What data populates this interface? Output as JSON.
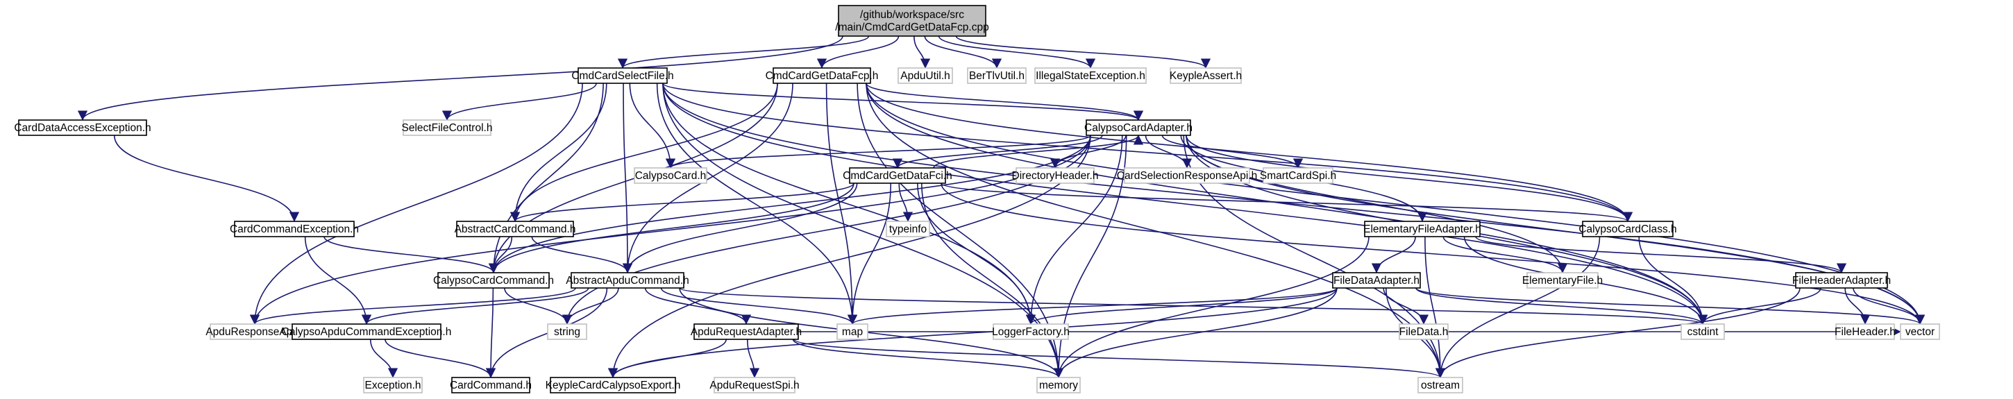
{
  "diagram": {
    "title_lines": [
      "/github/workspace/src",
      "/main/CmdCardGetDataFcp.cpp"
    ],
    "colors": {
      "edge": "#191970",
      "root_fill": "#bfbfbf",
      "node_fill": "#ffffff",
      "documented_border": "#000000",
      "undocumented_border": "#bfbfbf",
      "text": "#000000"
    },
    "nodes": [
      {
        "id": "root",
        "label": "/github/workspace/src\n/main/CmdCardGetDataFcp.cpp",
        "style": "root"
      },
      {
        "id": "CmdCardSelectFile",
        "label": "CmdCardSelectFile.h",
        "style": "documented"
      },
      {
        "id": "CmdCardGetDataFcpH",
        "label": "CmdCardGetDataFcp.h",
        "style": "documented"
      },
      {
        "id": "ApduUtil",
        "label": "ApduUtil.h",
        "style": "undocumented"
      },
      {
        "id": "BerTlvUtil",
        "label": "BerTlvUtil.h",
        "style": "undocumented"
      },
      {
        "id": "IllegalStateException",
        "label": "IllegalStateException.h",
        "style": "undocumented"
      },
      {
        "id": "KeypleAssert",
        "label": "KeypleAssert.h",
        "style": "undocumented"
      },
      {
        "id": "CardDataAccessException",
        "label": "CardDataAccessException.h",
        "style": "documented"
      },
      {
        "id": "SelectFileControl",
        "label": "SelectFileControl.h",
        "style": "undocumented"
      },
      {
        "id": "CalypsoCardAdapter",
        "label": "CalypsoCardAdapter.h",
        "style": "documented"
      },
      {
        "id": "CalypsoCard",
        "label": "CalypsoCard.h",
        "style": "undocumented"
      },
      {
        "id": "CmdCardGetDataFci",
        "label": "CmdCardGetDataFci.h",
        "style": "documented"
      },
      {
        "id": "DirectoryHeader",
        "label": "DirectoryHeader.h",
        "style": "undocumented"
      },
      {
        "id": "CardSelectionResponseApi",
        "label": "CardSelectionResponseApi.h",
        "style": "undocumented"
      },
      {
        "id": "SmartCardSpi",
        "label": "SmartCardSpi.h",
        "style": "undocumented"
      },
      {
        "id": "CardCommandException",
        "label": "CardCommandException.h",
        "style": "documented"
      },
      {
        "id": "AbstractCardCommand",
        "label": "AbstractCardCommand.h",
        "style": "documented"
      },
      {
        "id": "typeinfo",
        "label": "typeinfo",
        "style": "undocumented"
      },
      {
        "id": "ElementaryFileAdapter",
        "label": "ElementaryFileAdapter.h",
        "style": "documented"
      },
      {
        "id": "CalypsoCardClass",
        "label": "CalypsoCardClass.h",
        "style": "documented"
      },
      {
        "id": "CalypsoCardCommand",
        "label": "CalypsoCardCommand.h",
        "style": "documented"
      },
      {
        "id": "AbstractApduCommand",
        "label": "AbstractApduCommand.h",
        "style": "documented"
      },
      {
        "id": "FileDataAdapter",
        "label": "FileDataAdapter.h",
        "style": "documented"
      },
      {
        "id": "ElementaryFile",
        "label": "ElementaryFile.h",
        "style": "undocumented"
      },
      {
        "id": "FileHeaderAdapter",
        "label": "FileHeaderAdapter.h",
        "style": "documented"
      },
      {
        "id": "ApduResponseApi",
        "label": "ApduResponseApi.h",
        "style": "undocumented"
      },
      {
        "id": "CalypsoApduCommandException",
        "label": "CalypsoApduCommandException.h",
        "style": "documented"
      },
      {
        "id": "string",
        "label": "string",
        "style": "undocumented"
      },
      {
        "id": "ApduRequestAdapter",
        "label": "ApduRequestAdapter.h",
        "style": "documented"
      },
      {
        "id": "map",
        "label": "map",
        "style": "undocumented"
      },
      {
        "id": "LoggerFactory",
        "label": "LoggerFactory.h",
        "style": "undocumented"
      },
      {
        "id": "FileData",
        "label": "FileData.h",
        "style": "undocumented"
      },
      {
        "id": "cstdint",
        "label": "cstdint",
        "style": "undocumented"
      },
      {
        "id": "FileHeader",
        "label": "FileHeader.h",
        "style": "undocumented"
      },
      {
        "id": "vector",
        "label": "vector",
        "style": "undocumented"
      },
      {
        "id": "Exception",
        "label": "Exception.h",
        "style": "undocumented"
      },
      {
        "id": "CardCommand",
        "label": "CardCommand.h",
        "style": "documented"
      },
      {
        "id": "KeypleCardCalypsoExport",
        "label": "KeypleCardCalypsoExport.h",
        "style": "documented"
      },
      {
        "id": "ApduRequestSpi",
        "label": "ApduRequestSpi.h",
        "style": "undocumented"
      },
      {
        "id": "memory",
        "label": "memory",
        "style": "undocumented"
      },
      {
        "id": "ostream",
        "label": "ostream",
        "style": "undocumented"
      }
    ],
    "edges": [
      [
        "root",
        "CmdCardSelectFile"
      ],
      [
        "root",
        "CmdCardGetDataFcpH"
      ],
      [
        "root",
        "ApduUtil"
      ],
      [
        "root",
        "BerTlvUtil"
      ],
      [
        "root",
        "IllegalStateException"
      ],
      [
        "root",
        "KeypleAssert"
      ],
      [
        "root",
        "CardDataAccessException"
      ],
      [
        "CmdCardSelectFile",
        "SelectFileControl"
      ],
      [
        "CmdCardSelectFile",
        "CalypsoCard"
      ],
      [
        "CmdCardSelectFile",
        "CalypsoCardAdapter"
      ],
      [
        "CmdCardSelectFile",
        "AbstractCardCommand"
      ],
      [
        "CmdCardSelectFile",
        "CalypsoCardCommand"
      ],
      [
        "CmdCardSelectFile",
        "AbstractApduCommand"
      ],
      [
        "CmdCardSelectFile",
        "ApduResponseApi"
      ],
      [
        "CmdCardSelectFile",
        "map"
      ],
      [
        "CmdCardSelectFile",
        "memory"
      ],
      [
        "CmdCardSelectFile",
        "CalypsoCardClass"
      ],
      [
        "CmdCardSelectFile",
        "cstdint"
      ],
      [
        "CmdCardSelectFile",
        "vector"
      ],
      [
        "CmdCardSelectFile",
        "LoggerFactory"
      ],
      [
        "CmdCardGetDataFcpH",
        "CalypsoCardAdapter"
      ],
      [
        "CmdCardGetDataFcpH",
        "AbstractCardCommand"
      ],
      [
        "CmdCardGetDataFcpH",
        "CalypsoCardCommand"
      ],
      [
        "CmdCardGetDataFcpH",
        "AbstractApduCommand"
      ],
      [
        "CmdCardGetDataFcpH",
        "map"
      ],
      [
        "CmdCardGetDataFcpH",
        "memory"
      ],
      [
        "CmdCardGetDataFcpH",
        "ostream"
      ],
      [
        "CmdCardGetDataFcpH",
        "CalypsoCardClass"
      ],
      [
        "CmdCardGetDataFcpH",
        "cstdint"
      ],
      [
        "CmdCardGetDataFcpH",
        "vector"
      ],
      [
        "CardDataAccessException",
        "CardCommandException"
      ],
      [
        "CalypsoCardAdapter",
        "CalypsoCard"
      ],
      [
        "CalypsoCardAdapter",
        "CmdCardGetDataFci"
      ],
      [
        "CalypsoCardAdapter",
        "DirectoryHeader"
      ],
      [
        "CalypsoCardAdapter",
        "CardSelectionResponseApi"
      ],
      [
        "CalypsoCardAdapter",
        "SmartCardSpi"
      ],
      [
        "CalypsoCardAdapter",
        "ElementaryFileAdapter"
      ],
      [
        "CalypsoCardAdapter",
        "ElementaryFile"
      ],
      [
        "CalypsoCardAdapter",
        "CalypsoCardClass"
      ],
      [
        "CalypsoCardAdapter",
        "ApduResponseApi"
      ],
      [
        "CalypsoCardAdapter",
        "KeypleCardCalypsoExport"
      ],
      [
        "CalypsoCardAdapter",
        "string"
      ],
      [
        "CalypsoCardAdapter",
        "memory"
      ],
      [
        "CalypsoCardAdapter",
        "ostream"
      ],
      [
        "CalypsoCardAdapter",
        "cstdint"
      ],
      [
        "CalypsoCardAdapter",
        "vector"
      ],
      [
        "CalypsoCardAdapter",
        "LoggerFactory"
      ],
      [
        "CalypsoCardAdapter",
        "CalypsoCardCommand"
      ],
      [
        "CmdCardGetDataFci",
        "CalypsoCardAdapter"
      ],
      [
        "CmdCardGetDataFci",
        "AbstractCardCommand"
      ],
      [
        "CmdCardGetDataFci",
        "CalypsoCardCommand"
      ],
      [
        "CmdCardGetDataFci",
        "AbstractApduCommand"
      ],
      [
        "CmdCardGetDataFci",
        "typeinfo"
      ],
      [
        "CmdCardGetDataFci",
        "map"
      ],
      [
        "CmdCardGetDataFci",
        "memory"
      ],
      [
        "CmdCardGetDataFci",
        "LoggerFactory"
      ],
      [
        "CmdCardGetDataFci",
        "CalypsoCardClass"
      ],
      [
        "CmdCardGetDataFci",
        "vector"
      ],
      [
        "CardCommandException",
        "CalypsoCardCommand"
      ],
      [
        "CardCommandException",
        "CalypsoApduCommandException"
      ],
      [
        "AbstractCardCommand",
        "CalypsoCardCommand"
      ],
      [
        "AbstractCardCommand",
        "AbstractApduCommand"
      ],
      [
        "ElementaryFileAdapter",
        "FileDataAdapter"
      ],
      [
        "ElementaryFileAdapter",
        "ElementaryFile"
      ],
      [
        "ElementaryFileAdapter",
        "FileHeaderAdapter"
      ],
      [
        "ElementaryFileAdapter",
        "memory"
      ],
      [
        "ElementaryFileAdapter",
        "ostream"
      ],
      [
        "ElementaryFileAdapter",
        "cstdint"
      ],
      [
        "CalypsoCardClass",
        "cstdint"
      ],
      [
        "CalypsoCardClass",
        "ostream"
      ],
      [
        "CalypsoCardCommand",
        "CardCommand"
      ],
      [
        "CalypsoCardCommand",
        "string"
      ],
      [
        "AbstractApduCommand",
        "ApduResponseApi"
      ],
      [
        "AbstractApduCommand",
        "CalypsoApduCommandException"
      ],
      [
        "AbstractApduCommand",
        "string"
      ],
      [
        "AbstractApduCommand",
        "ApduRequestAdapter"
      ],
      [
        "AbstractApduCommand",
        "map"
      ],
      [
        "AbstractApduCommand",
        "memory"
      ],
      [
        "AbstractApduCommand",
        "CardCommand"
      ],
      [
        "AbstractApduCommand",
        "cstdint"
      ],
      [
        "FileDataAdapter",
        "map"
      ],
      [
        "FileDataAdapter",
        "LoggerFactory"
      ],
      [
        "FileDataAdapter",
        "FileData"
      ],
      [
        "FileDataAdapter",
        "memory"
      ],
      [
        "FileDataAdapter",
        "ostream"
      ],
      [
        "FileDataAdapter",
        "cstdint"
      ],
      [
        "FileDataAdapter",
        "vector"
      ],
      [
        "FileDataAdapter",
        "KeypleCardCalypsoExport"
      ],
      [
        "FileHeaderAdapter",
        "FileHeader"
      ],
      [
        "FileHeaderAdapter",
        "cstdint"
      ],
      [
        "FileHeaderAdapter",
        "vector"
      ],
      [
        "FileHeaderAdapter",
        "ostream"
      ],
      [
        "CalypsoApduCommandException",
        "Exception"
      ],
      [
        "CalypsoApduCommandException",
        "CardCommand"
      ],
      [
        "ApduRequestAdapter",
        "ApduRequestSpi"
      ],
      [
        "ApduRequestAdapter",
        "KeypleCardCalypsoExport"
      ],
      [
        "ApduRequestAdapter",
        "memory"
      ],
      [
        "ApduRequestAdapter",
        "ostream"
      ],
      [
        "ApduRequestAdapter",
        "vector"
      ]
    ]
  }
}
